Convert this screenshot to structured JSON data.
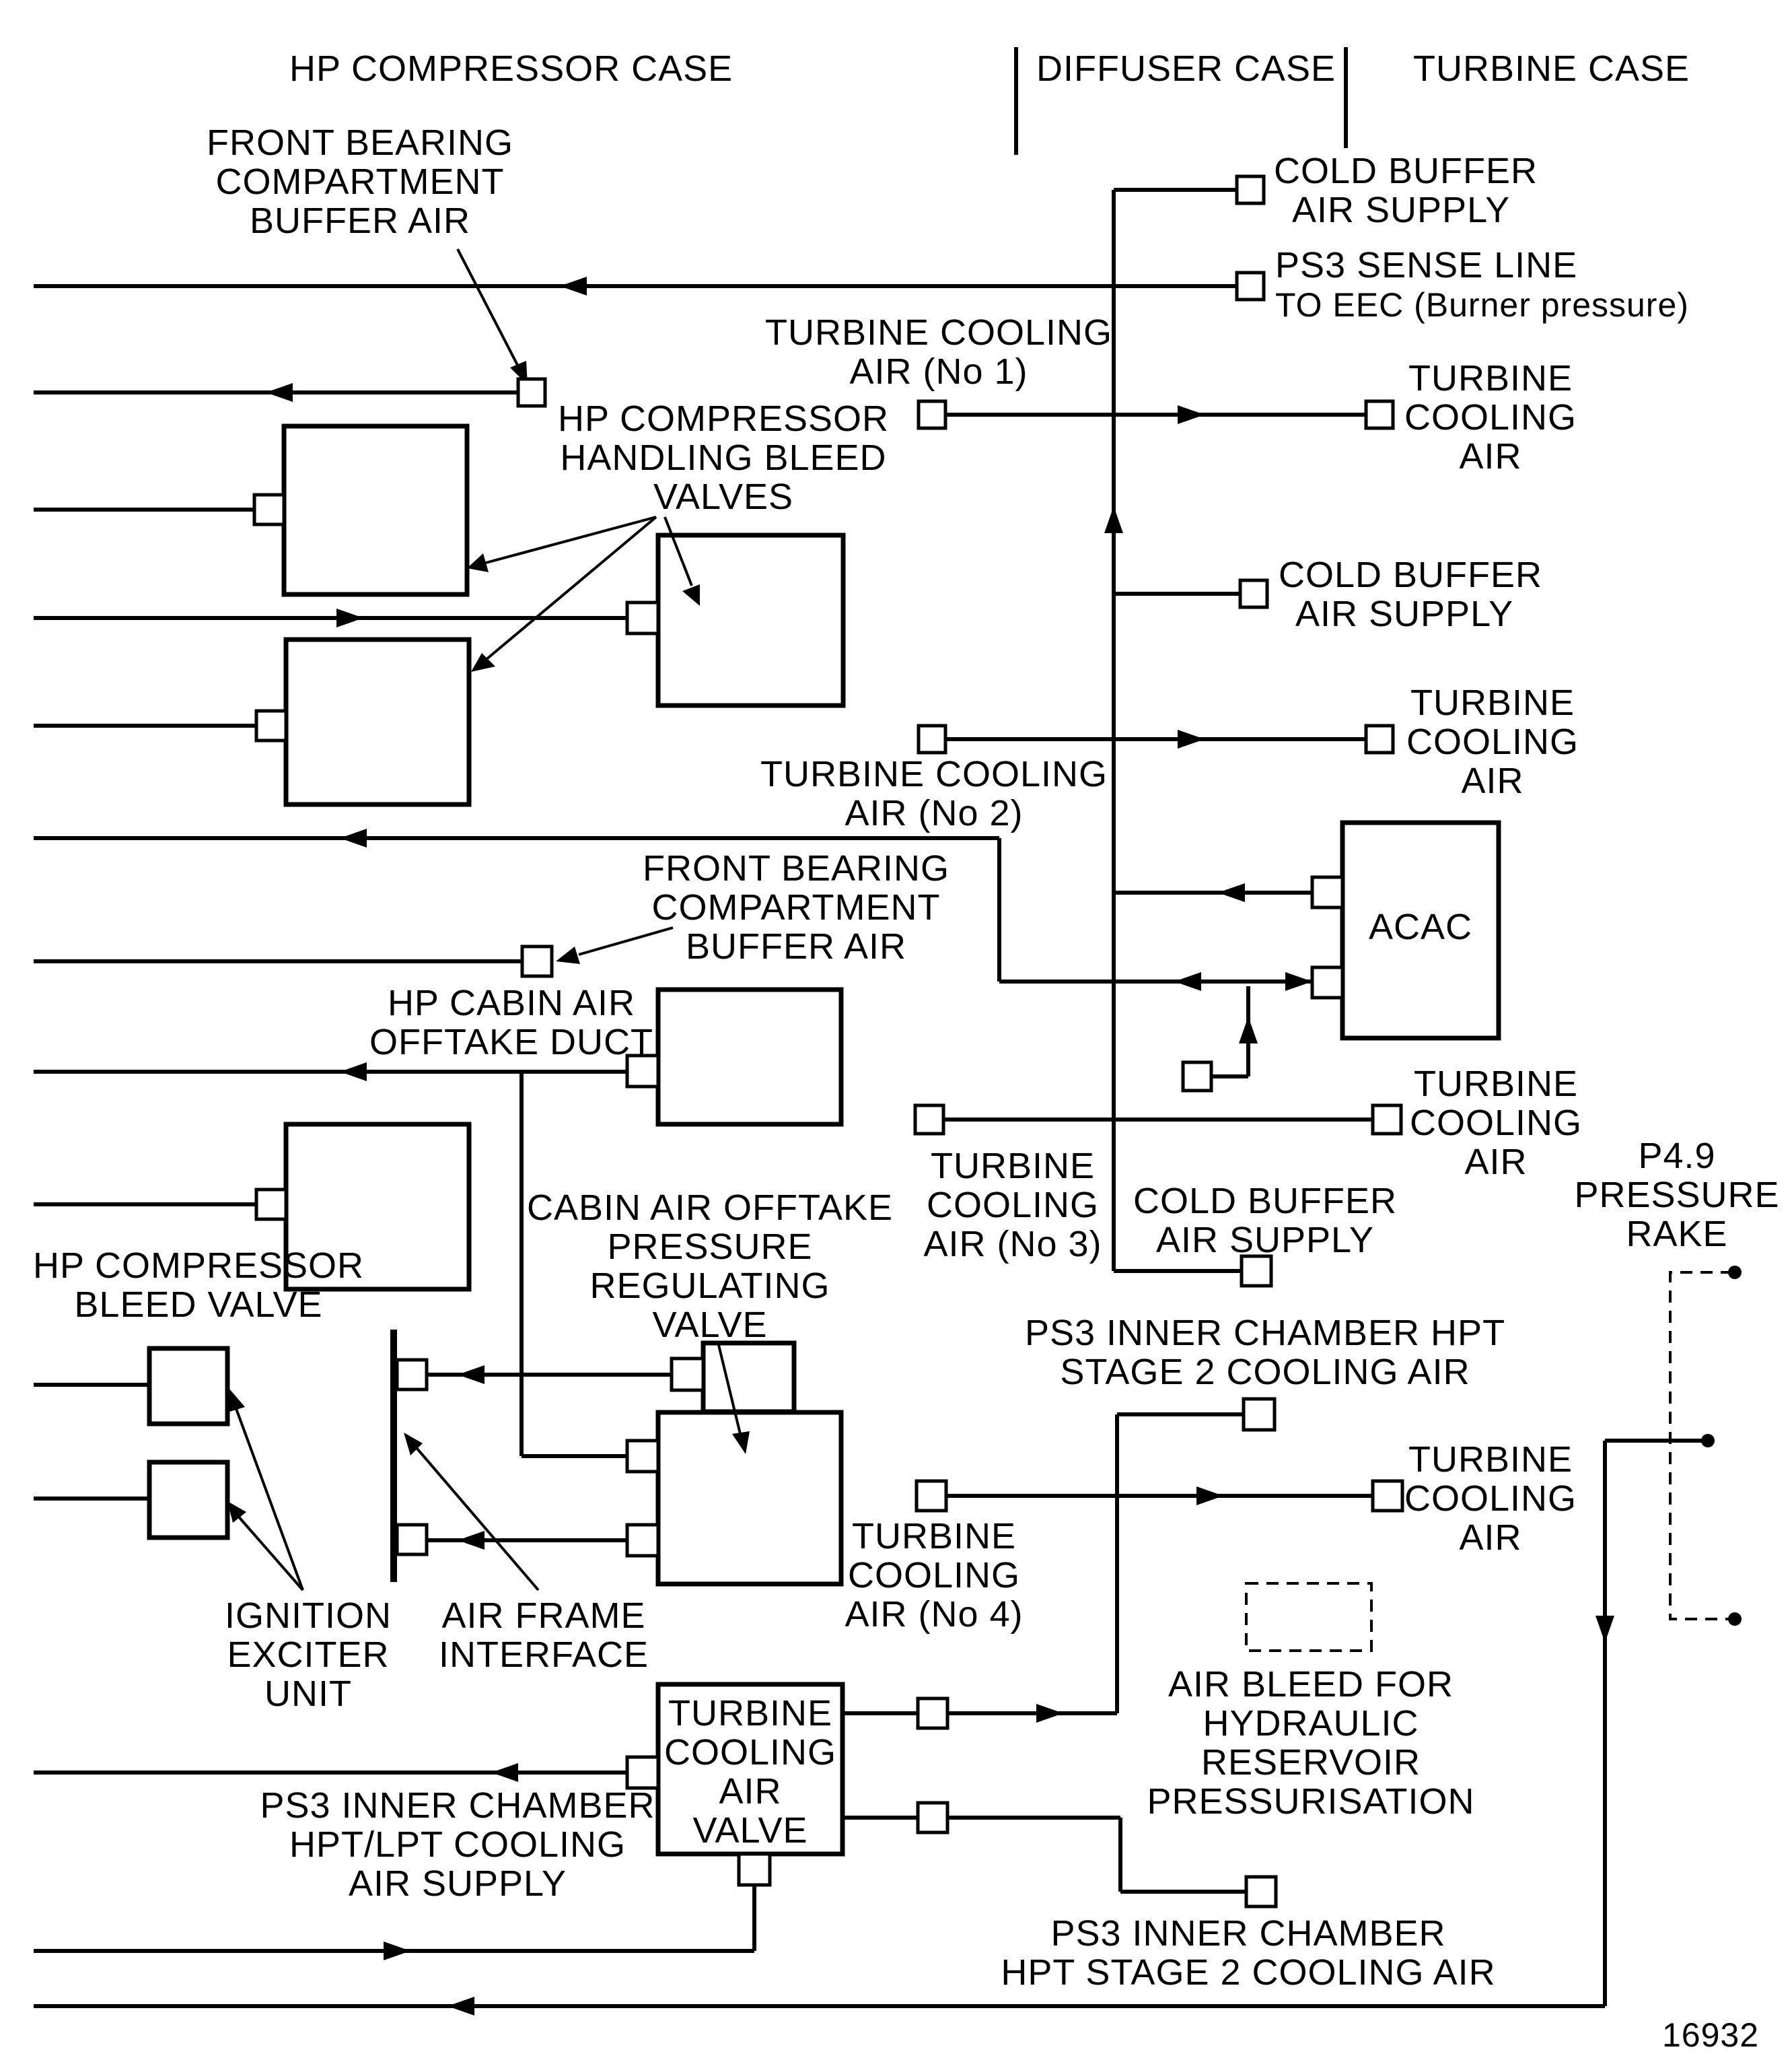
{
  "headers": {
    "hp_compressor_case": "HP COMPRESSOR CASE",
    "diffuser_case": "DIFFUSER CASE",
    "turbine_case": "TURBINE CASE"
  },
  "labels": {
    "front_bearing_1": [
      "FRONT BEARING",
      "COMPARTMENT",
      "BUFFER AIR"
    ],
    "cold_buffer_1": [
      "COLD BUFFER",
      "AIR SUPPLY"
    ],
    "ps3_sense": [
      "PS3 SENSE LINE",
      "TO EEC (Burner pressure)"
    ],
    "turbine_cooling_no1": [
      "TURBINE COOLING",
      "AIR (No 1)"
    ],
    "turbine_cooling_air_1": [
      "TURBINE",
      "COOLING",
      "AIR"
    ],
    "hp_handling_bleed": [
      "HP COMPRESSOR",
      "HANDLING BLEED",
      "VALVES"
    ],
    "cold_buffer_2": [
      "COLD BUFFER",
      "AIR SUPPLY"
    ],
    "turbine_cooling_air_2": [
      "TURBINE",
      "COOLING",
      "AIR"
    ],
    "turbine_cooling_no2": [
      "TURBINE COOLING",
      "AIR (No 2)"
    ],
    "acac": "ACAC",
    "front_bearing_2": [
      "FRONT BEARING",
      "COMPARTMENT",
      "BUFFER AIR"
    ],
    "hp_cabin_offtake": [
      "HP CABIN AIR",
      "OFFTAKE DUCT"
    ],
    "turbine_cooling_air_3": [
      "TURBINE",
      "COOLING",
      "AIR"
    ],
    "p49_rake": [
      "P4.9",
      "PRESSURE",
      "RAKE"
    ],
    "turbine_cooling_no3": [
      "TURBINE",
      "COOLING",
      "AIR (No 3)"
    ],
    "cold_buffer_3": [
      "COLD BUFFER",
      "AIR SUPPLY"
    ],
    "cabin_prv": [
      "CABIN AIR OFFTAKE",
      "PRESSURE",
      "REGULATING",
      "VALVE"
    ],
    "hp_bleed_valve": [
      "HP COMPRESSOR",
      "BLEED VALVE"
    ],
    "ps3_hpt_stage2_top": [
      "PS3 INNER CHAMBER HPT",
      "STAGE 2 COOLING AIR"
    ],
    "turbine_cooling_air_4": [
      "TURBINE",
      "COOLING",
      "AIR"
    ],
    "turbine_cooling_no4": [
      "TURBINE",
      "COOLING",
      "AIR (No 4)"
    ],
    "ignition_exciter": [
      "IGNITION",
      "EXCITER",
      "UNIT"
    ],
    "air_frame_interface": [
      "AIR FRAME",
      "INTERFACE"
    ],
    "tcav": [
      "TURBINE",
      "COOLING",
      "AIR",
      "VALVE"
    ],
    "air_bleed_hydraulic": [
      "AIR BLEED FOR",
      "HYDRAULIC",
      "RESERVOIR",
      "PRESSURISATION"
    ],
    "ps3_hpt_lpt": [
      "PS3 INNER CHAMBER",
      "HPT/LPT COOLING",
      "AIR SUPPLY"
    ],
    "ps3_hpt_stage2_bottom": [
      "PS3 INNER CHAMBER",
      "HPT STAGE 2 COOLING AIR"
    ]
  },
  "figure_number": "16932"
}
